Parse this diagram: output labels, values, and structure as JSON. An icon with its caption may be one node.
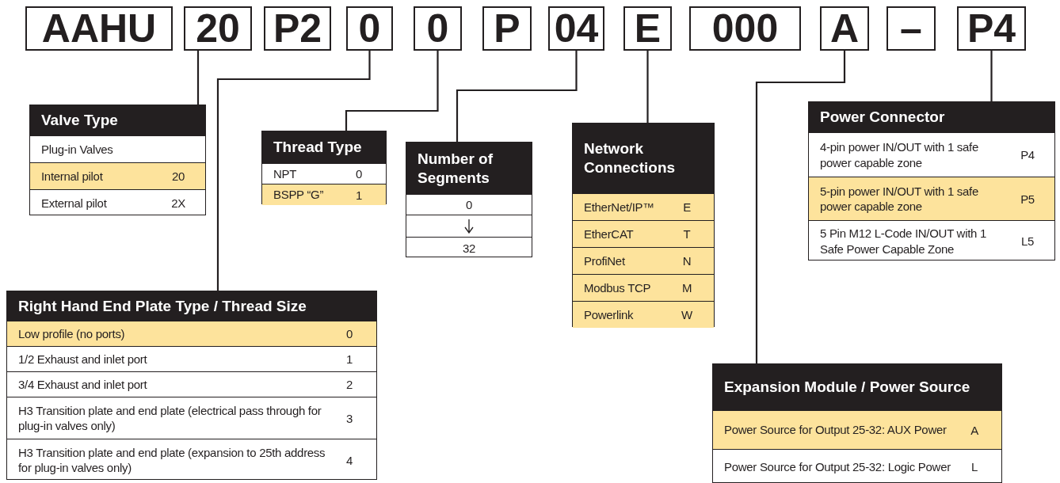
{
  "diagram": {
    "nodes": [
      {
        "text": [
          "AAHU"
        ]
      },
      {
        "text": [
          "20"
        ]
      },
      {
        "text": [
          "P2"
        ]
      },
      {
        "text": [
          "0"
        ]
      },
      {
        "text": [
          "0"
        ]
      },
      {
        "text": [
          "P"
        ]
      },
      {
        "text": [
          "04"
        ]
      },
      {
        "text": [
          "E"
        ]
      },
      {
        "text": [
          "000"
        ]
      },
      {
        "text": [
          "A"
        ]
      },
      {
        "text": [
          "–"
        ]
      },
      {
        "text": [
          "P4"
        ]
      },
      {
        "text": [
          "Valve Type"
        ]
      },
      {
        "text": [
          "Plug-in Valves"
        ],
        "in": 12
      },
      {
        "text": [
          "Internal pilot",
          "20"
        ],
        "in": 12
      },
      {
        "text": [
          "External pilot",
          "2X"
        ],
        "in": 12
      },
      {
        "text": [
          "Right Hand End Plate Type / Thread Size"
        ]
      },
      {
        "text": [
          "Low profile (no ports)",
          "0"
        ],
        "in": 16
      },
      {
        "text": [
          "1/2 Exhaust and inlet port",
          "1"
        ],
        "in": 16
      },
      {
        "text": [
          "3/4 Exhaust and inlet port",
          "2"
        ],
        "in": 16
      },
      {
        "text": [
          "H3 Transition plate and end plate (electrical pass through for plug-in valves only)",
          "3"
        ],
        "in": 16
      },
      {
        "text": [
          "H3 Transition plate and end plate (expansion to 25th address for plug-in valves only)",
          "4"
        ],
        "in": 16
      },
      {
        "text": [
          "Thread Type"
        ]
      },
      {
        "text": [
          "NPT",
          "0"
        ],
        "in": 22
      },
      {
        "text": [
          "BSPP “G”",
          "1"
        ],
        "in": 22
      },
      {
        "text": [
          "Number of Segments"
        ]
      },
      {
        "text": [
          "0"
        ],
        "in": 25
      },
      {
        "text": [],
        "shape": "box",
        "in": 25
      },
      {
        "text": [
          "32"
        ],
        "in": 25
      },
      {
        "text": [
          "Network Connections"
        ]
      },
      {
        "text": [
          "EtherNet/IP™",
          "E"
        ],
        "in": 29
      },
      {
        "text": [
          "EtherCAT",
          "T"
        ],
        "in": 29
      },
      {
        "text": [
          "ProfiNet",
          "N"
        ],
        "in": 29
      },
      {
        "text": [
          "Modbus TCP",
          "M"
        ],
        "in": 29
      },
      {
        "text": [
          "Powerlink",
          "W"
        ],
        "in": 29
      },
      {
        "text": [
          "Power Connector"
        ]
      },
      {
        "text": [
          "4-pin power IN/OUT with 1 safe power capable zone",
          "P4"
        ],
        "in": 35
      },
      {
        "text": [
          "5-pin power IN/OUT with 1 safe power capable zone",
          "P5"
        ],
        "in": 35
      },
      {
        "text": [
          "5 Pin M12 L-Code IN/OUT with 1 Safe Power Capable Zone",
          "L5"
        ],
        "in": 35
      },
      {
        "text": [
          "Expansion Module / Power Source"
        ]
      },
      {
        "text": [
          "Power Source for Output 25-32: AUX Power",
          "A"
        ],
        "in": 39
      },
      {
        "text": [
          "Power Source for Output 25-32: Logic Power",
          "L"
        ],
        "in": 39
      }
    ],
    "edges": [
      {
        "from": 1,
        "to": 12,
        "arrow": "none"
      },
      {
        "from": 3,
        "to": 16,
        "arrow": "none"
      },
      {
        "from": 4,
        "to": 22,
        "arrow": "none"
      },
      {
        "from": 6,
        "to": 25,
        "arrow": "none"
      },
      {
        "from": 7,
        "to": 29,
        "arrow": "none"
      },
      {
        "from": 9,
        "to": 39,
        "arrow": "none"
      },
      {
        "from": 11,
        "to": 35,
        "arrow": "none"
      }
    ]
  }
}
